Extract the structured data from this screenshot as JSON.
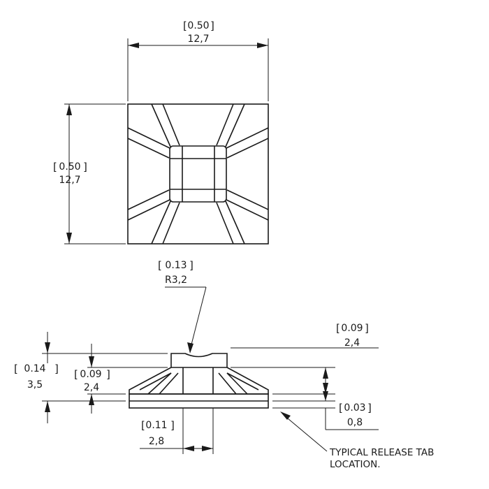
{
  "top_view": {
    "width_imperial": "0.50",
    "width_metric": "12,7",
    "height_imperial": "0.50",
    "height_metric": "12,7"
  },
  "side_view": {
    "radius_imperial": "0.13",
    "radius_metric": "R3,2",
    "overall_height_imperial": "0.14",
    "overall_height_metric": "3,5",
    "slot_height_imperial": "0.09",
    "slot_height_metric": "2,4",
    "top_height_imperial": "0.09",
    "top_height_metric": "2,4",
    "base_thickness_imperial": "0.03",
    "base_thickness_metric": "0,8",
    "slot_width_imperial": "0.11",
    "slot_width_metric": "2,8",
    "release_tab_note_line1": "TYPICAL RELEASE TAB",
    "release_tab_note_line2": "LOCATION."
  }
}
